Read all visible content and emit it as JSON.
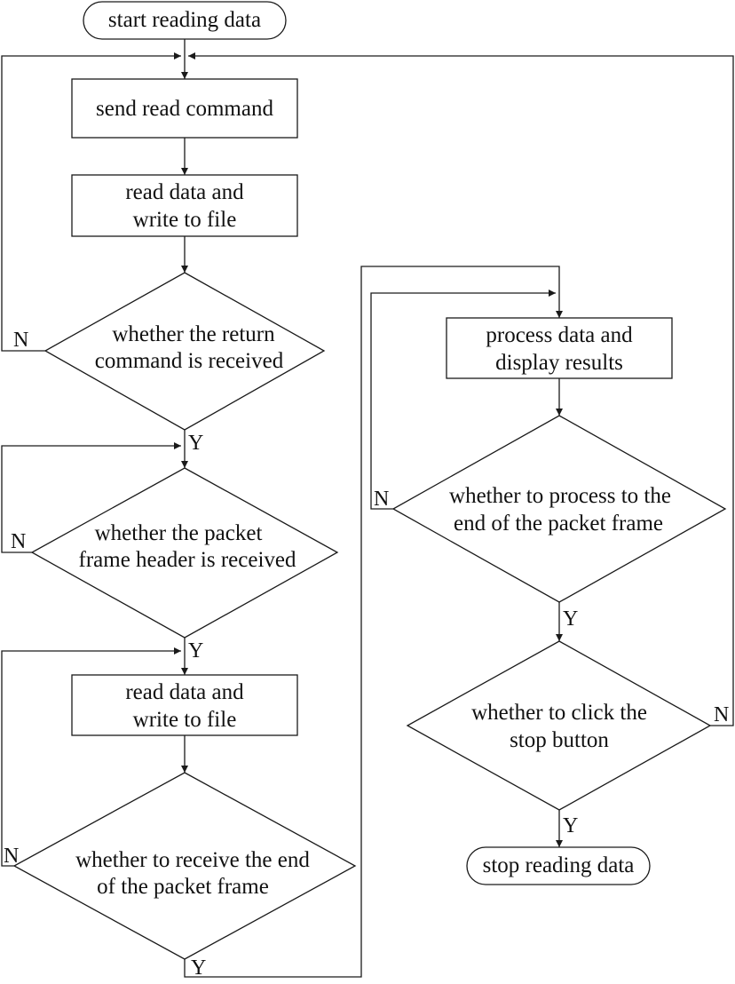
{
  "flowchart": {
    "start": "start reading data",
    "send_cmd": "send read command",
    "read1": [
      "read data and",
      "write to file"
    ],
    "dec_return": [
      "whether the return",
      "command is received"
    ],
    "dec_header": [
      "whether the packet",
      "frame header is received"
    ],
    "read2": [
      "read data and",
      "write to file"
    ],
    "dec_end_frame": [
      "whether to receive the end",
      "of the packet frame"
    ],
    "process": [
      "process data and",
      "display results"
    ],
    "dec_process_end": [
      "whether to process to the",
      "end of the packet frame"
    ],
    "dec_stop": [
      "whether to click the",
      "stop button"
    ],
    "stop": "stop reading data",
    "yes": "Y",
    "no": "N"
  }
}
